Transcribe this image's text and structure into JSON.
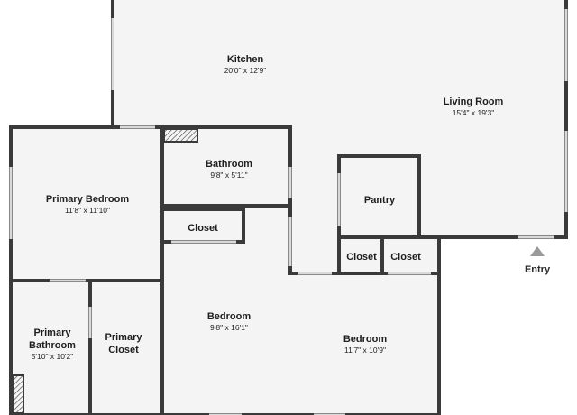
{
  "rooms": {
    "kitchen": {
      "name": "Kitchen",
      "dims": "20'0\" x 12'9\""
    },
    "living_room": {
      "name": "Living Room",
      "dims": "15'4\" x 19'3\""
    },
    "bathroom": {
      "name": "Bathroom",
      "dims": "9'8\" x 5'11\""
    },
    "primary_bedroom": {
      "name": "Primary Bedroom",
      "dims": "11'8\" x 11'10\""
    },
    "pantry": {
      "name": "Pantry"
    },
    "closet_hall": {
      "name": "Closet"
    },
    "closet_left": {
      "name": "Closet"
    },
    "closet_right": {
      "name": "Closet"
    },
    "primary_bathroom": {
      "name_line1": "Primary",
      "name_line2": "Bathroom",
      "dims": "5'10\" x 10'2\""
    },
    "primary_closet": {
      "name_line1": "Primary",
      "name_line2": "Closet"
    },
    "bedroom_2": {
      "name": "Bedroom",
      "dims": "9'8\" x 16'1\""
    },
    "bedroom_3": {
      "name": "Bedroom",
      "dims": "11'7\" x 10'9\""
    }
  },
  "entry": {
    "label": "Entry"
  },
  "colors": {
    "wall": "#3a3a3a",
    "floor": "#f4f4f4",
    "window": "#d8d8d8",
    "marker": "#9a9a9a"
  }
}
